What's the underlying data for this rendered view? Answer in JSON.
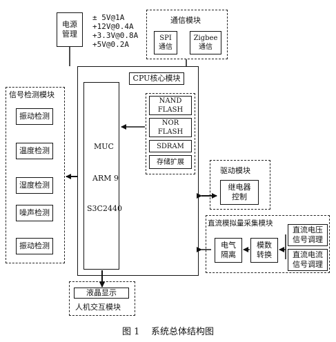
{
  "power": {
    "label_lines": [
      "电源",
      "管理"
    ],
    "specs": [
      "± 5V@1A",
      "+12V@0.4A",
      "+3.3V@0.8A",
      "+5V@0.2A"
    ]
  },
  "comm": {
    "title": "通信模块",
    "spi": [
      "SPI",
      "通信"
    ],
    "zigbee": [
      "Zigbee",
      "通信"
    ]
  },
  "cpu": {
    "title": "CPU核心模块",
    "mcu_lines": [
      "MUC",
      "ARM 9",
      "S3C2440"
    ],
    "nand": [
      "NAND",
      "FLASH"
    ],
    "nor": [
      "NOR",
      "FLASH"
    ],
    "sdram": "SDRAM",
    "storage": "存储扩展"
  },
  "signal": {
    "title": "信号检测模块",
    "items": [
      "振动检测",
      "温度检测",
      "湿度检测",
      "噪声检测",
      "振动检测"
    ]
  },
  "drive": {
    "title": "驱动模块",
    "relay": [
      "继电器",
      "控制"
    ]
  },
  "dc": {
    "title": "直流模拟量采集模块",
    "isolation": [
      "电气",
      "隔离"
    ],
    "adc": [
      "模数",
      "转换"
    ],
    "voltage": [
      "直流电压",
      "信号调理"
    ],
    "current": [
      "直流电流",
      "信号调理"
    ]
  },
  "lcd": {
    "line1": "液晶显示",
    "line2": "人机交互模块"
  },
  "caption": "图 1    系统总体结构图"
}
